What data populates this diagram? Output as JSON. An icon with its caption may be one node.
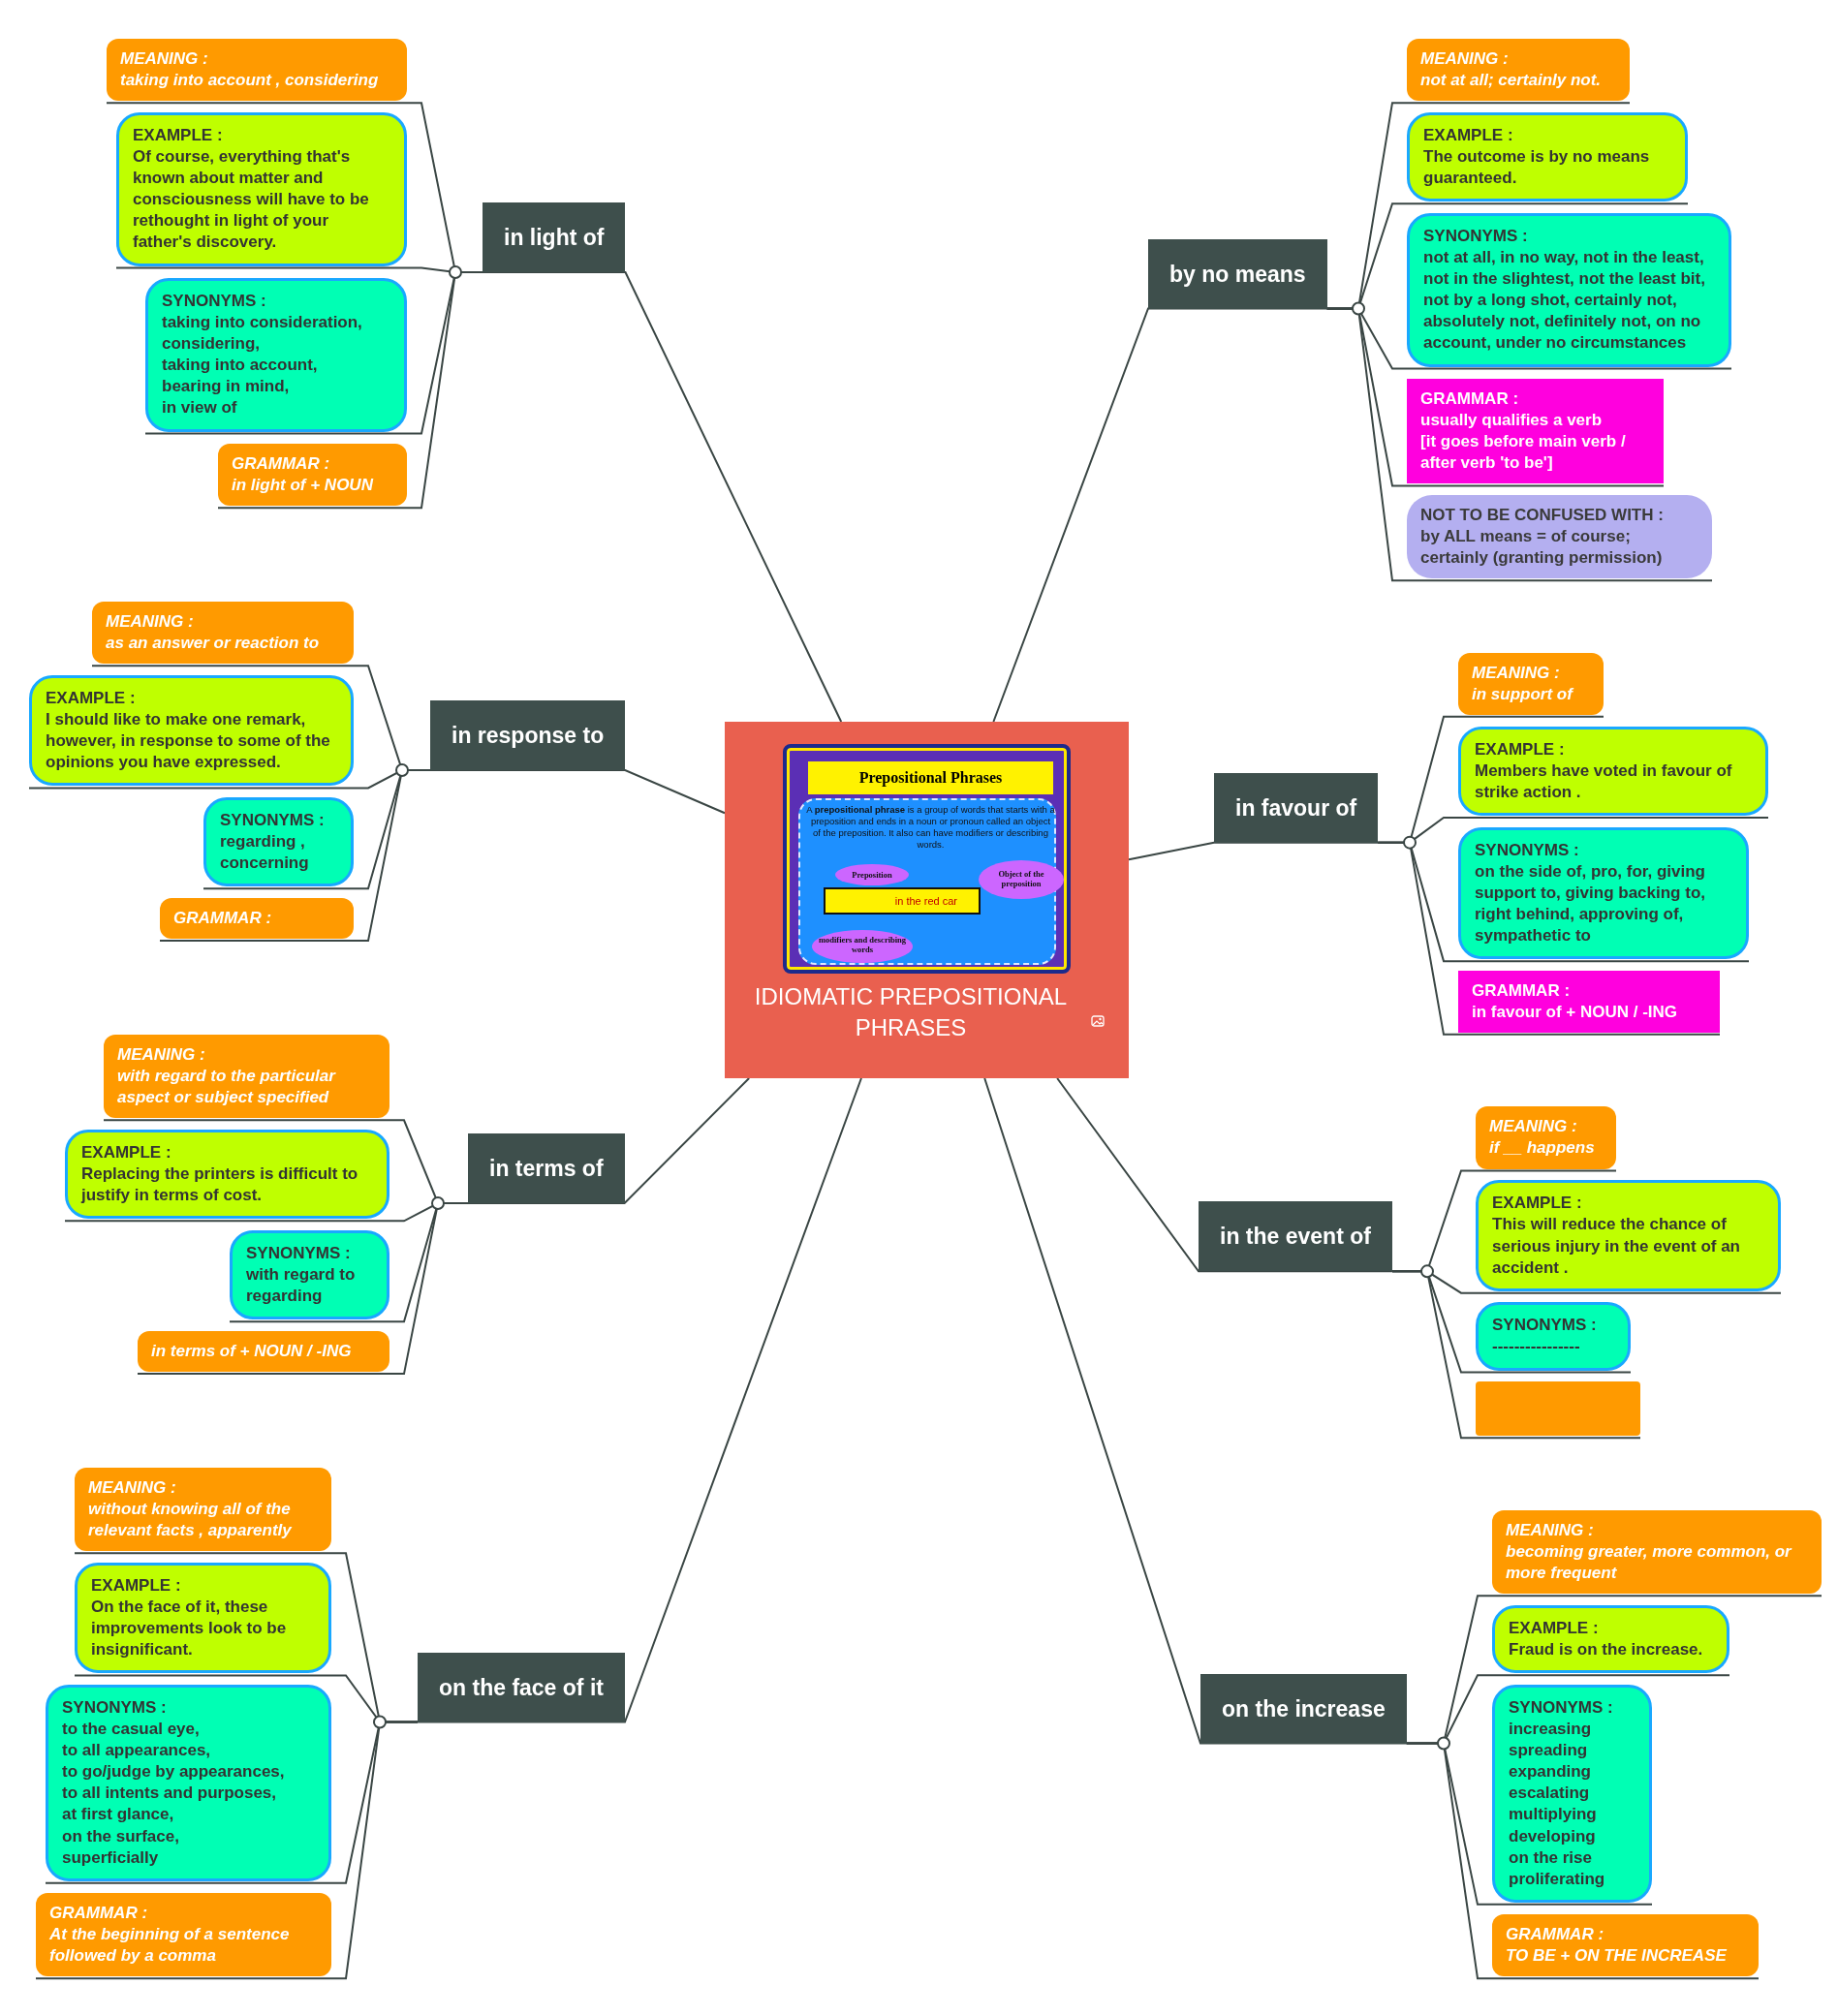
{
  "diagram": {
    "nodes": [
      {
        "text": [
          "IDIOMATIC PREPOSITIONAL PHRASES"
        ]
      },
      {
        "in": 0,
        "text": [
          "Prepositional Phrases",
          "A **prepositional phrase** is a group of words that starts with a preposition and ends in a noun or pronoun called an object of the preposition.  It also can have modifiers or describing words.",
          "Preposition",
          "Object of the preposition",
          "in the red car",
          "modifiers and describing words"
        ]
      },
      {
        "text": [
          "by no means"
        ]
      },
      {
        "text": [
          "MEANING :",
          "not at all; certainly not."
        ]
      },
      {
        "text": [
          "EXAMPLE :",
          "The outcome is by no means guaranteed."
        ]
      },
      {
        "text": [
          "SYNONYMS :",
          "not at all, in no way, not in the least, not in the slightest, not the least bit, not by a long shot, certainly not, absolutely not, definitely not, on no account, under no circumstances"
        ]
      },
      {
        "text": [
          "GRAMMAR :",
          "usually qualifies a verb",
          "[it goes before main verb / after verb 'to be']"
        ]
      },
      {
        "text": [
          "NOT TO BE CONFUSED WITH :",
          "by ALL means = of course;",
          "certainly (granting permission)"
        ]
      },
      {
        "text": [
          "in favour of"
        ]
      },
      {
        "text": [
          "MEANING :",
          "in support of"
        ]
      },
      {
        "text": [
          "EXAMPLE :",
          "Members have voted in favour of strike action ."
        ]
      },
      {
        "text": [
          "SYNONYMS :",
          "on the side of, pro, for, giving support to, giving backing to, right behind, approving of, sympathetic to"
        ]
      },
      {
        "text": [
          "GRAMMAR :",
          "in favour of + NOUN / -ING"
        ]
      },
      {
        "text": [
          "in the event of"
        ]
      },
      {
        "text": [
          "MEANING :",
          "if __ happens"
        ]
      },
      {
        "text": [
          "EXAMPLE :",
          "This will reduce the chance of serious injury in the event of an accident ."
        ]
      },
      {
        "text": [
          "SYNONYMS :",
          "----------------"
        ]
      },
      {
        "text": [],
        "shape": "box"
      },
      {
        "text": [
          "on the increase"
        ]
      },
      {
        "text": [
          "MEANING :",
          "becoming greater, more common, or more frequent"
        ]
      },
      {
        "text": [
          "EXAMPLE :",
          "Fraud is on the increase."
        ]
      },
      {
        "text": [
          "SYNONYMS :",
          "increasing",
          "spreading",
          "expanding",
          "escalating",
          "multiplying",
          "developing",
          "on the rise",
          "proliferating"
        ]
      },
      {
        "text": [
          "GRAMMAR :",
          "TO BE + ON THE INCREASE"
        ]
      },
      {
        "text": [
          "on the face of it"
        ]
      },
      {
        "text": [
          "MEANING :",
          "without knowing all of the relevant facts , apparently"
        ]
      },
      {
        "text": [
          "EXAMPLE :",
          "On the face of it, these improvements look to be insignificant."
        ]
      },
      {
        "text": [
          "SYNONYMS :",
          "to the casual eye,",
          "to all appearances,",
          "to go/judge by appearances,",
          "to all intents and purposes,",
          "at first glance,",
          "on the surface,",
          "superficially"
        ]
      },
      {
        "text": [
          "GRAMMAR :",
          "At the beginning of a sentence followed by a comma"
        ]
      },
      {
        "text": [
          "in terms of"
        ]
      },
      {
        "text": [
          "MEANING :",
          "with regard to the particular aspect or subject specified"
        ]
      },
      {
        "text": [
          "EXAMPLE :",
          "Replacing the printers is difficult to justify in terms of cost."
        ]
      },
      {
        "text": [
          "SYNONYMS :",
          "with regard to",
          "regarding"
        ]
      },
      {
        "text": [
          "in terms of + NOUN / -ING"
        ]
      },
      {
        "text": [
          "in response to"
        ]
      },
      {
        "text": [
          "MEANING :",
          "as an answer or reaction to"
        ]
      },
      {
        "text": [
          "EXAMPLE :",
          "I should like to make one remark, however, in response to some of the opinions you have expressed."
        ]
      },
      {
        "text": [
          "SYNONYMS :",
          "regarding ,",
          "concerning"
        ]
      },
      {
        "text": [
          "GRAMMAR :"
        ]
      },
      {
        "text": [
          "in light of"
        ]
      },
      {
        "text": [
          "MEANING :",
          "taking into account , considering"
        ]
      },
      {
        "text": [
          "EXAMPLE :",
          "Of course, everything that's known about matter and consciousness will have to be rethought in light of your father's discovery."
        ]
      },
      {
        "text": [
          "SYNONYMS :",
          "taking into consideration,",
          "considering,",
          "taking into account,",
          "bearing in mind,",
          "in view of"
        ]
      },
      {
        "text": [
          "GRAMMAR :",
          "in light of + NOUN"
        ]
      }
    ],
    "edges": [
      {
        "from": 0,
        "to": 2,
        "arrow": "none"
      },
      {
        "from": 0,
        "to": 8,
        "arrow": "none"
      },
      {
        "from": 0,
        "to": 13,
        "arrow": "none"
      },
      {
        "from": 0,
        "to": 18,
        "arrow": "none"
      },
      {
        "from": 0,
        "to": 23,
        "arrow": "none"
      },
      {
        "from": 0,
        "to": 28,
        "arrow": "none"
      },
      {
        "from": 0,
        "to": 33,
        "arrow": "none"
      },
      {
        "from": 0,
        "to": 38,
        "arrow": "none"
      },
      {
        "from": 2,
        "to": 3,
        "arrow": "none"
      },
      {
        "from": 2,
        "to": 4,
        "arrow": "none"
      },
      {
        "from": 2,
        "to": 5,
        "arrow": "none"
      },
      {
        "from": 2,
        "to": 6,
        "arrow": "none"
      },
      {
        "from": 2,
        "to": 7,
        "arrow": "none"
      },
      {
        "from": 8,
        "to": 9,
        "arrow": "none"
      },
      {
        "from": 8,
        "to": 10,
        "arrow": "none"
      },
      {
        "from": 8,
        "to": 11,
        "arrow": "none"
      },
      {
        "from": 8,
        "to": 12,
        "arrow": "none"
      },
      {
        "from": 13,
        "to": 14,
        "arrow": "none"
      },
      {
        "from": 13,
        "to": 15,
        "arrow": "none"
      },
      {
        "from": 13,
        "to": 16,
        "arrow": "none"
      },
      {
        "from": 13,
        "to": 17,
        "arrow": "none"
      },
      {
        "from": 18,
        "to": 19,
        "arrow": "none"
      },
      {
        "from": 18,
        "to": 20,
        "arrow": "none"
      },
      {
        "from": 18,
        "to": 21,
        "arrow": "none"
      },
      {
        "from": 18,
        "to": 22,
        "arrow": "none"
      },
      {
        "from": 23,
        "to": 24,
        "arrow": "none"
      },
      {
        "from": 23,
        "to": 25,
        "arrow": "none"
      },
      {
        "from": 23,
        "to": 26,
        "arrow": "none"
      },
      {
        "from": 23,
        "to": 27,
        "arrow": "none"
      },
      {
        "from": 28,
        "to": 29,
        "arrow": "none"
      },
      {
        "from": 28,
        "to": 30,
        "arrow": "none"
      },
      {
        "from": 28,
        "to": 31,
        "arrow": "none"
      },
      {
        "from": 28,
        "to": 32,
        "arrow": "none"
      },
      {
        "from": 33,
        "to": 34,
        "arrow": "none"
      },
      {
        "from": 33,
        "to": 35,
        "arrow": "none"
      },
      {
        "from": 33,
        "to": 36,
        "arrow": "none"
      },
      {
        "from": 33,
        "to": 37,
        "arrow": "none"
      },
      {
        "from": 38,
        "to": 39,
        "arrow": "none"
      },
      {
        "from": 38,
        "to": 40,
        "arrow": "none"
      },
      {
        "from": 38,
        "to": 41,
        "arrow": "none"
      },
      {
        "from": 38,
        "to": 42,
        "arrow": "none"
      }
    ]
  }
}
